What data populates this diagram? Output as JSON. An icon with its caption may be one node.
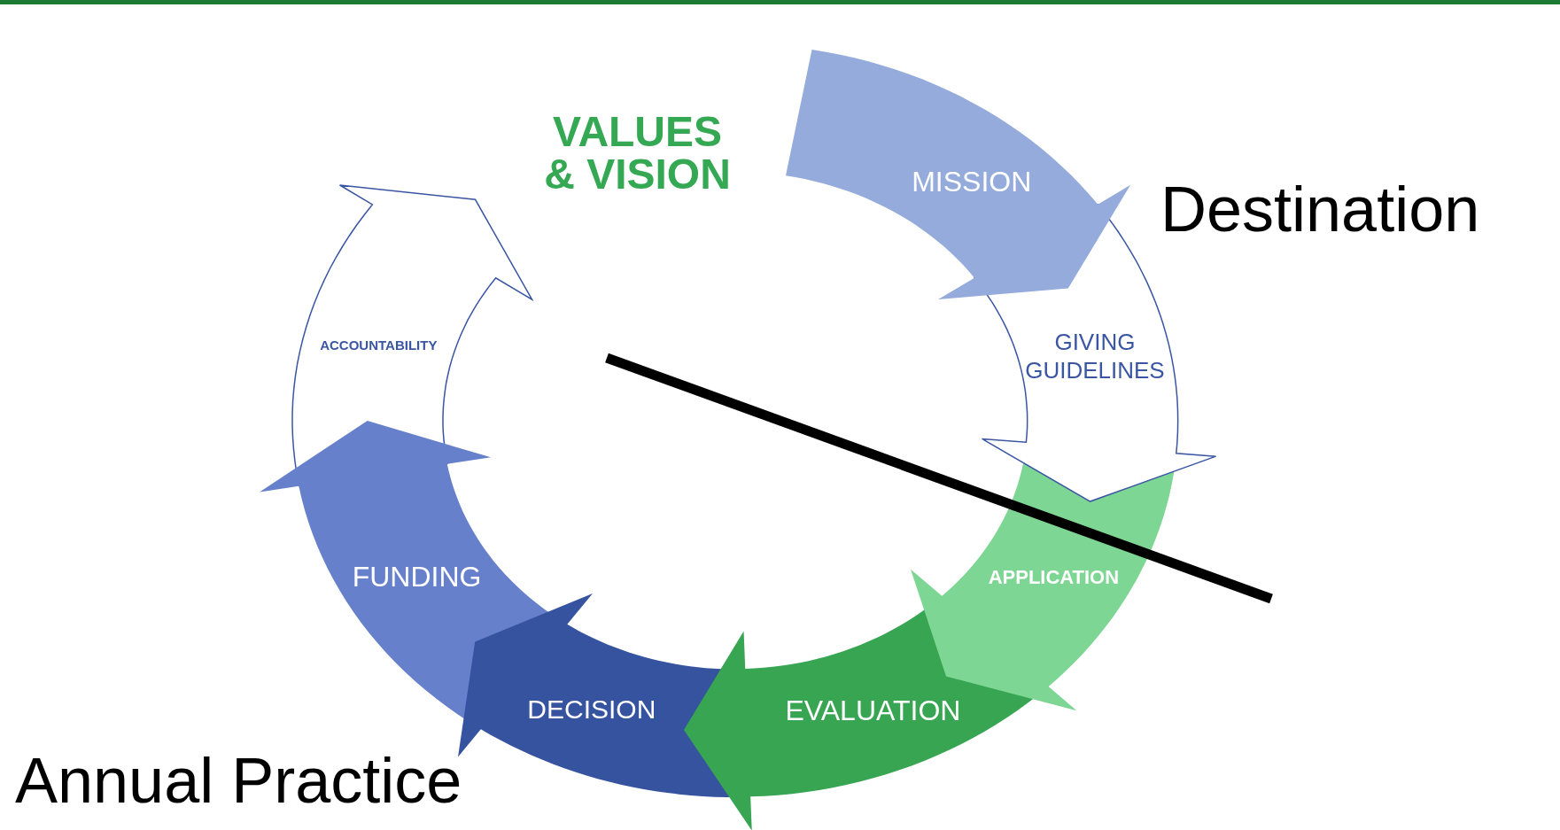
{
  "diagram": {
    "nodes": [
      {
        "text": [
          "MISSION"
        ]
      },
      {
        "text": [
          "GIVING GUIDELINES"
        ]
      },
      {
        "text": [
          "APPLICATION"
        ]
      },
      {
        "text": [
          "EVALUATION"
        ]
      },
      {
        "text": [
          "DECISION"
        ]
      },
      {
        "text": [
          "FUNDING"
        ]
      },
      {
        "text": [
          "ACCOUNTABILITY"
        ]
      }
    ],
    "labels": [
      "VALUES & VISION",
      "Destination",
      "Annual Practice"
    ]
  }
}
